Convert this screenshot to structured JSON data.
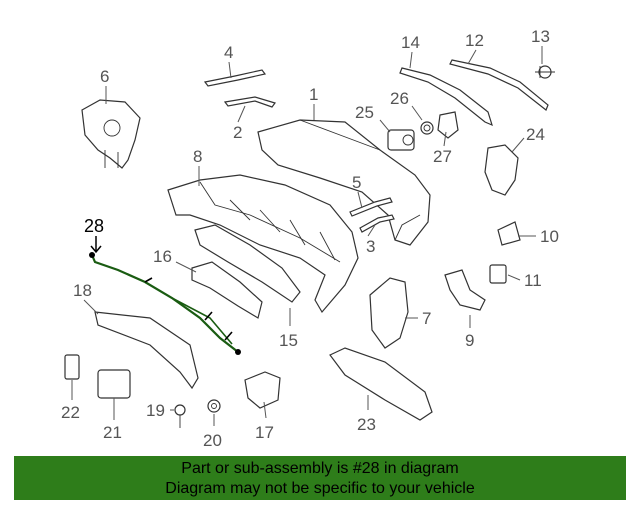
{
  "diagram": {
    "callouts": [
      "1",
      "2",
      "3",
      "4",
      "5",
      "6",
      "7",
      "8",
      "9",
      "10",
      "11",
      "12",
      "13",
      "14",
      "15",
      "16",
      "17",
      "18",
      "19",
      "20",
      "21",
      "22",
      "23",
      "24",
      "25",
      "26",
      "27",
      "28"
    ],
    "highlighted_part": "28"
  },
  "banner": {
    "line1": "Part or sub-assembly is #28 in diagram",
    "line2": "Diagram may not be specific to your vehicle"
  },
  "colors": {
    "banner_background": "#2e7d1a",
    "highlight_wire": "#1a5c12",
    "callout_text": "#555555"
  }
}
